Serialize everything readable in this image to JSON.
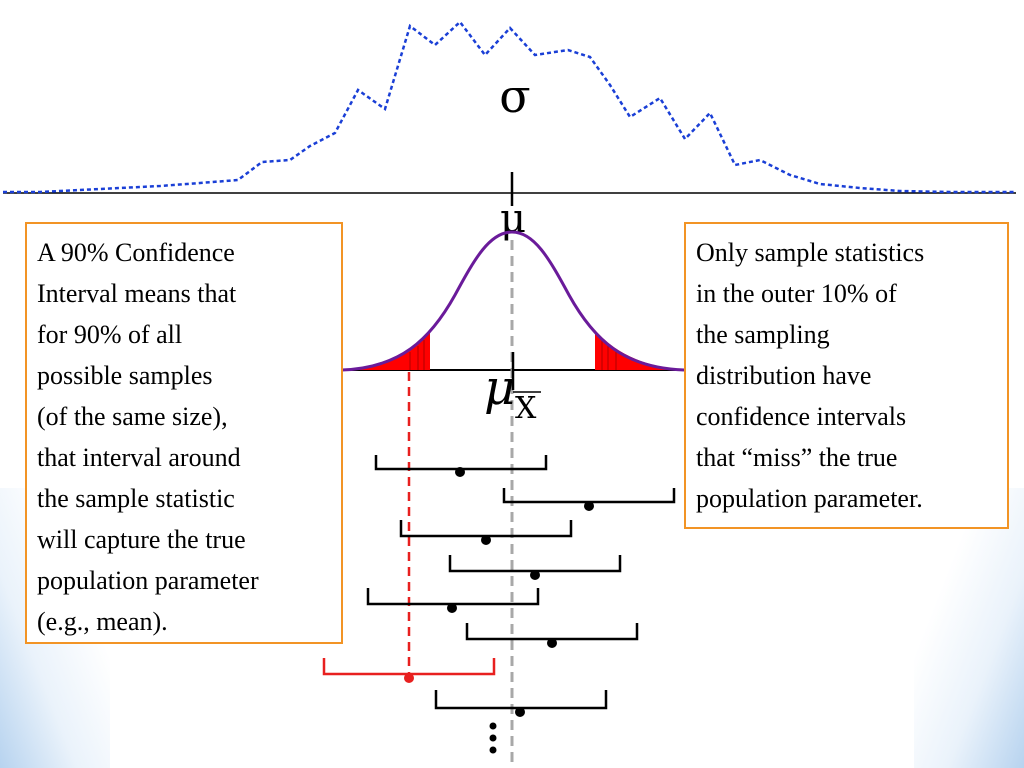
{
  "symbols": {
    "sigma": "σ",
    "mu": "μ",
    "mu_xbar_main": "μ",
    "mu_xbar_sub": "X"
  },
  "left_note": {
    "lines": [
      "A 90% Confidence",
      "Interval means that",
      "for 90% of all",
      "possible samples",
      "(of the same size),",
      "that interval around",
      "the sample statistic",
      "will capture the true",
      "population parameter",
      "(e.g., mean)."
    ]
  },
  "right_note": {
    "lines": [
      "Only sample statistics",
      "in the outer 10% of",
      "the sampling",
      "distribution have",
      "confidence intervals",
      "that “miss” the true",
      "population parameter."
    ]
  },
  "colors": {
    "population_curve": "#1a3fd6",
    "sampling_curve": "#6a1b9a",
    "tail_fill": "#ff0000",
    "miss_interval": "#e8201f",
    "hit_interval": "#000000",
    "mean_line": "#a8a8a8",
    "note_border": "#f29425",
    "axis": "#000000"
  },
  "continuation": "⋮"
}
